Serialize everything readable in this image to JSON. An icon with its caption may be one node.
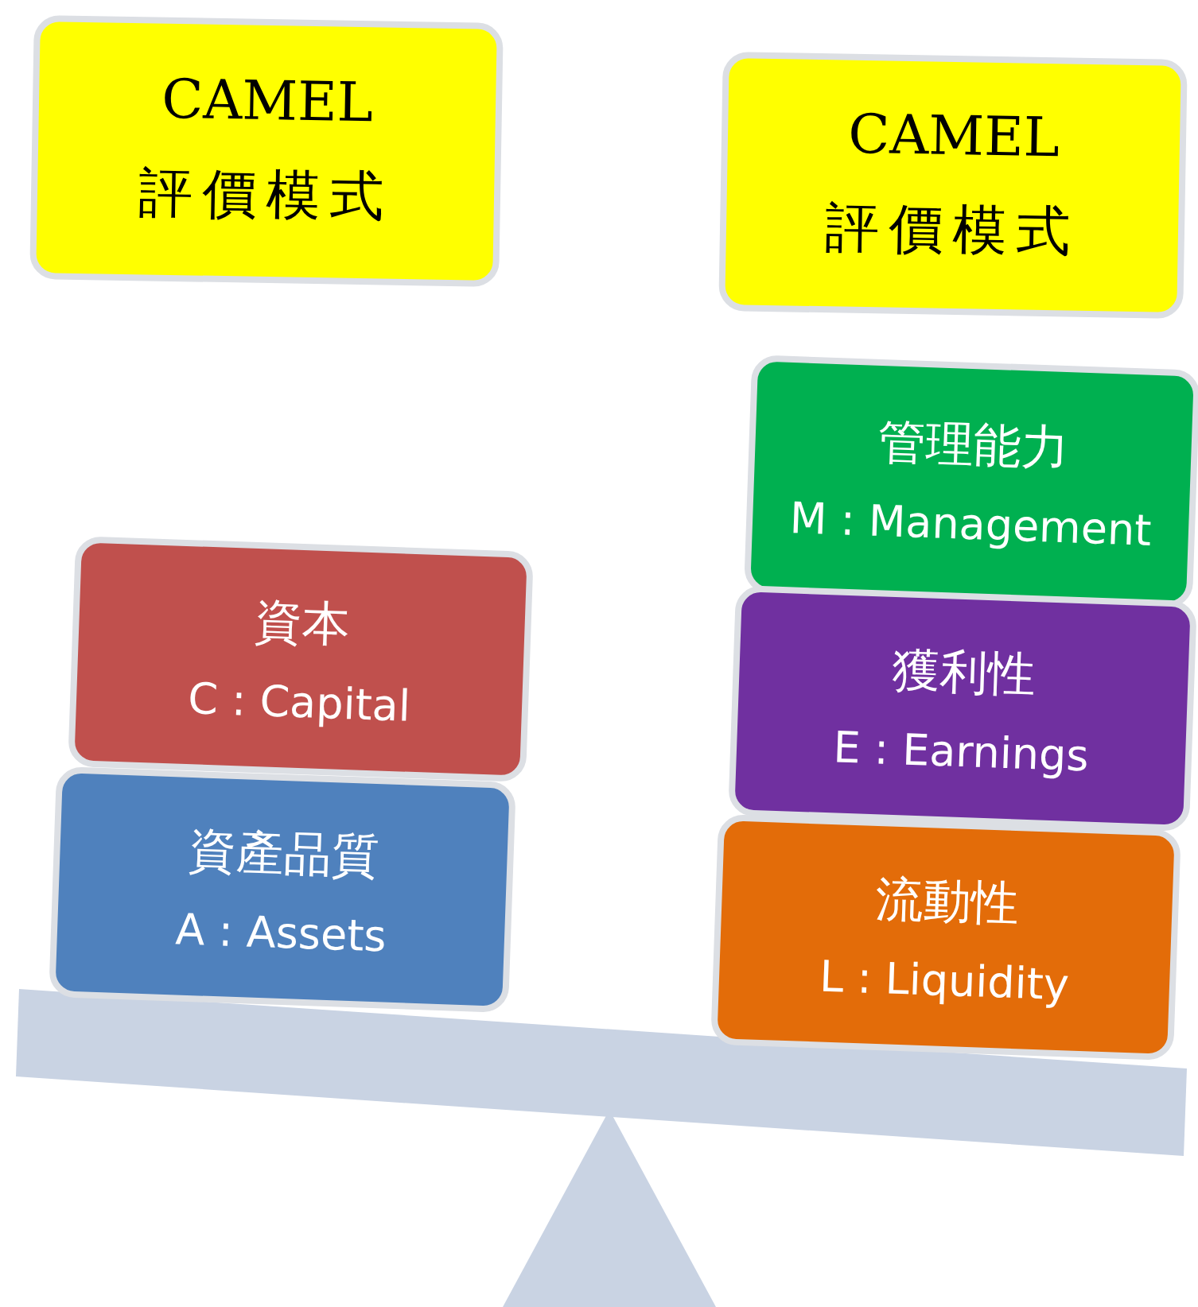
{
  "diagram": {
    "nodes": [
      {
        "text": [
          "CAMEL",
          "評價模式"
        ]
      },
      {
        "text": [
          "CAMEL",
          "評價模式"
        ]
      },
      {
        "text": [
          "管理能力",
          "M : Management"
        ]
      },
      {
        "text": [
          "資本",
          "C : Capital"
        ]
      },
      {
        "text": [
          "獲利性",
          "E : Earnings"
        ]
      },
      {
        "text": [
          "資產品質",
          "A :  Assets"
        ]
      },
      {
        "text": [
          "流動性",
          "L : Liquidity"
        ]
      }
    ]
  }
}
